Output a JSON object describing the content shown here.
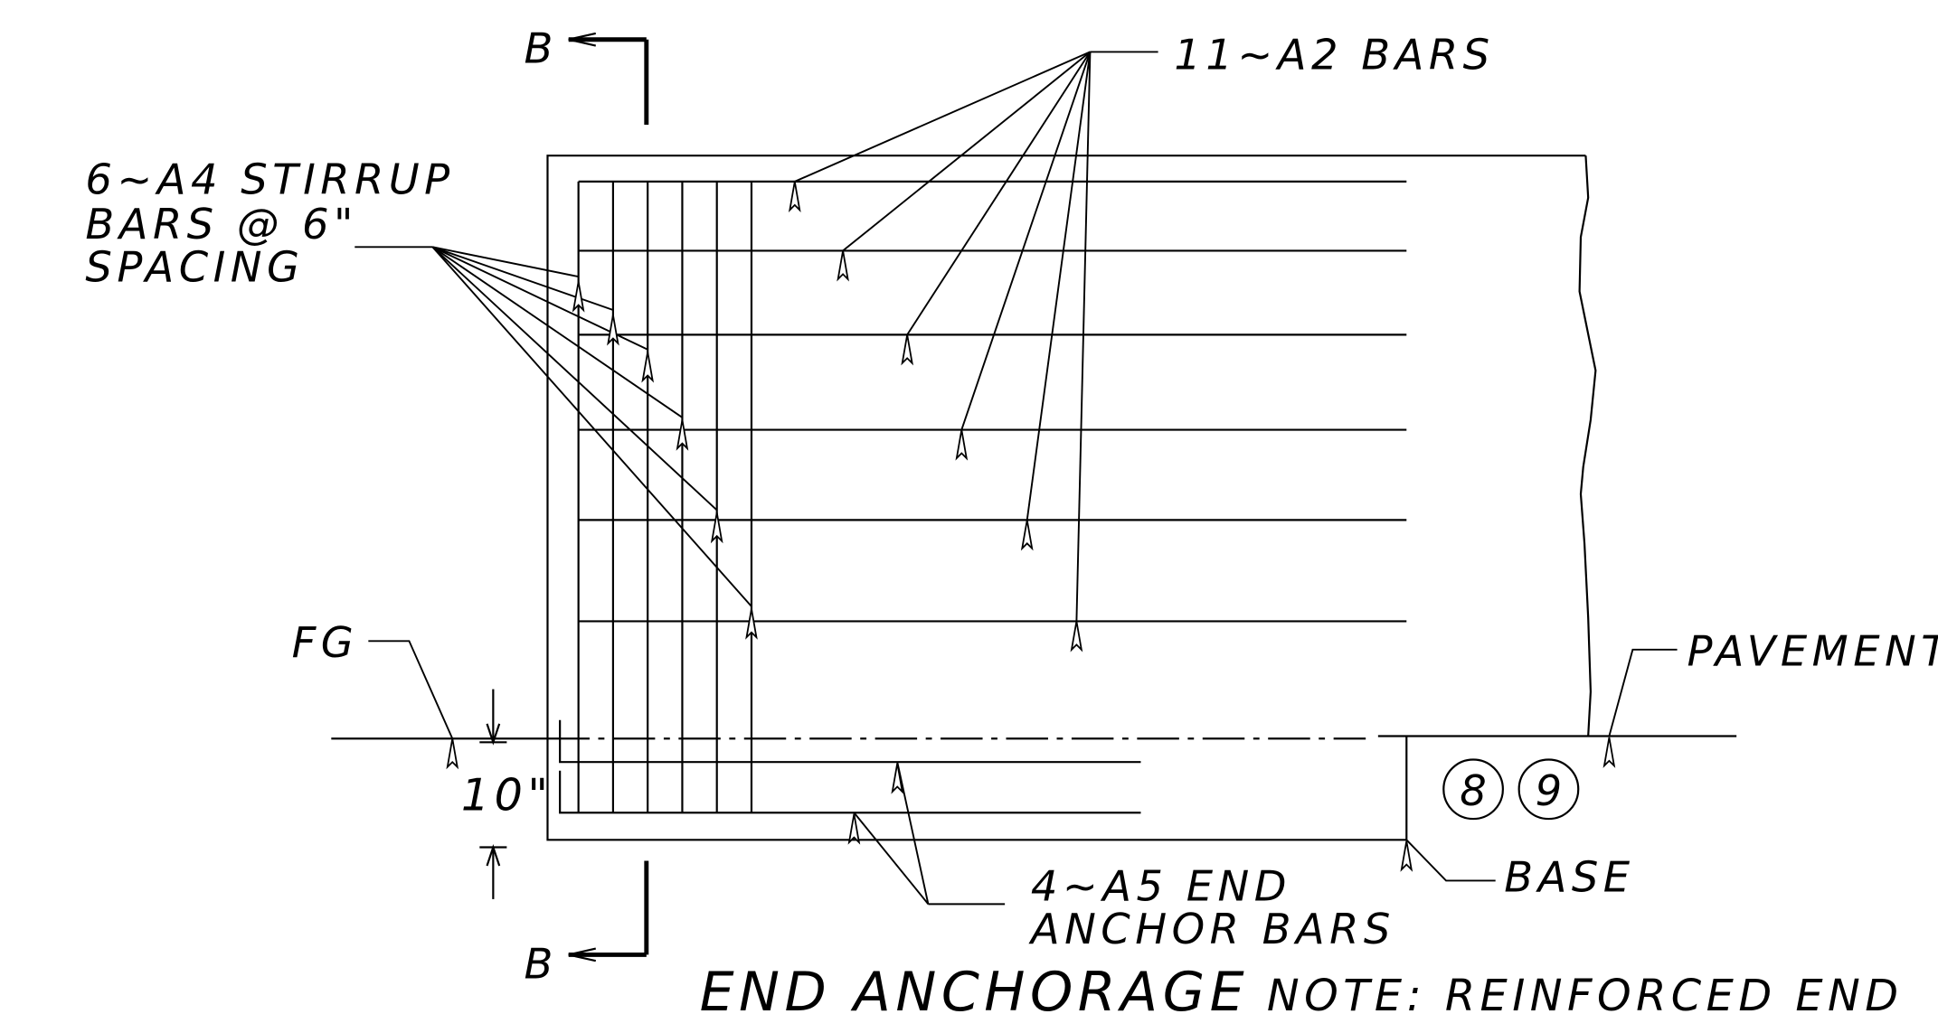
{
  "labels": {
    "section_mark": "B",
    "a2_bars": "11~A2 BARS",
    "stirrups": [
      "6~A4 STIRRUP",
      "BARS @ 6\"",
      "SPACING"
    ],
    "fg": "FG",
    "dimension": "10\"",
    "pavement": "PAVEMENT",
    "base": "BASE",
    "end_bars": [
      "4~A5 END",
      "ANCHOR BARS"
    ],
    "circle_a": "8",
    "circle_b": "9",
    "title": "END ANCHORAGE",
    "note": "NOTE: REINFORCED END"
  }
}
